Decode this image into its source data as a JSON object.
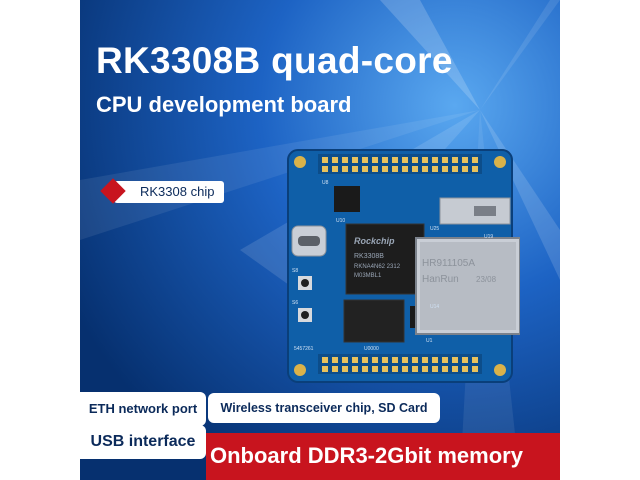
{
  "headline": {
    "title_line1": "RK3308B quad-core",
    "title_line2": "CPU development board"
  },
  "callouts": {
    "chip": "RK3308 chip",
    "eth": "ETH network port",
    "usb": "USB interface",
    "wireless": "Wireless transceiver chip, SD Card",
    "memory": "Onboard DDR3-2Gbit memory"
  },
  "board": {
    "cpu_brand": "Rockchip",
    "cpu_model": "RK3308B",
    "cpu_lines": [
      "RKNA4N62 2312",
      "M03MBL1"
    ],
    "jack_brand": "HanRun",
    "jack_model": "HR911105A",
    "jack_code": "23/08",
    "silkscreen": [
      "U8",
      "U1",
      "U19",
      "U25",
      "U10",
      "U14",
      "S8",
      "S6",
      "U0000",
      "5457261"
    ]
  },
  "colors": {
    "background": "#0a4aa8",
    "pcb": "#0f5fa8",
    "accent_red": "#c8141e",
    "text_dark": "#0b2a5a"
  }
}
